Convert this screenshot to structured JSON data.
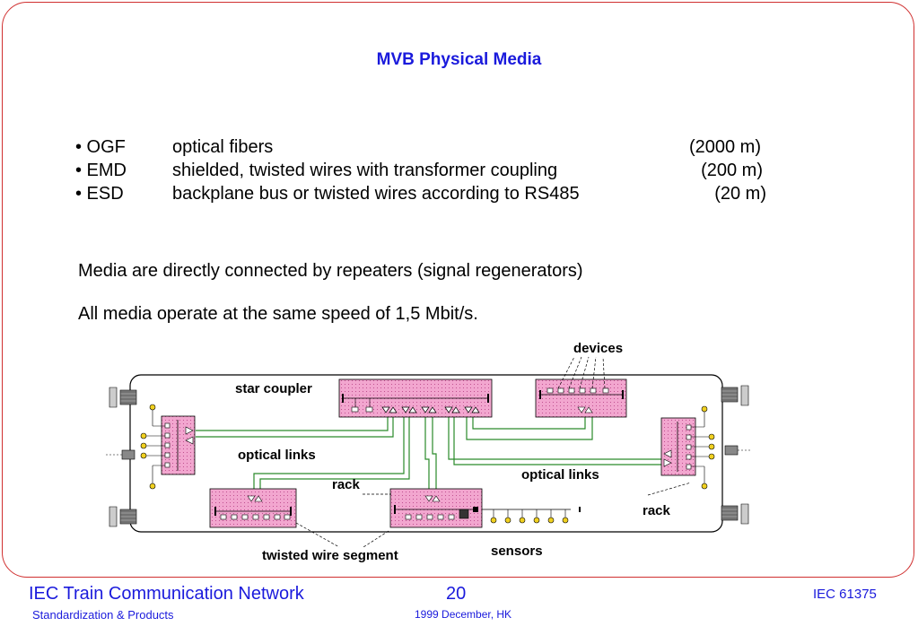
{
  "slide": {
    "title": "MVB Physical Media",
    "media": [
      {
        "bullet": "• OGF",
        "description": "optical  fibers",
        "distance": "(2000 m)"
      },
      {
        "bullet": "• EMD",
        "description": "shielded, twisted wires with transformer coupling",
        "distance": "(200 m)"
      },
      {
        "bullet": "• ESD",
        "description": "backplane bus or twisted wires according to RS485",
        "distance": "(20 m)"
      }
    ],
    "para1": "Media are directly connected by repeaters (signal regenerators)",
    "para2": "All media operate at the same speed of 1,5 Mbit/s."
  },
  "diagram": {
    "labels": {
      "devices": "devices",
      "star_coupler": "star coupler",
      "optical_links_left": "optical links",
      "optical_links_right": "optical links",
      "rack_left": "rack",
      "rack_right": "rack",
      "twisted_wire_segment": "twisted wire segment",
      "sensors": "sensors"
    },
    "colors": {
      "rack_fill": "#f2a6cf",
      "fiber": "#2a8a2a",
      "device": "#f0d020"
    }
  },
  "footer": {
    "left_title": "IEC Train Communication Network",
    "left_sub": "Standardization & Products",
    "page_number": "20",
    "date": "1999 December, HK",
    "right": "IEC 61375"
  }
}
